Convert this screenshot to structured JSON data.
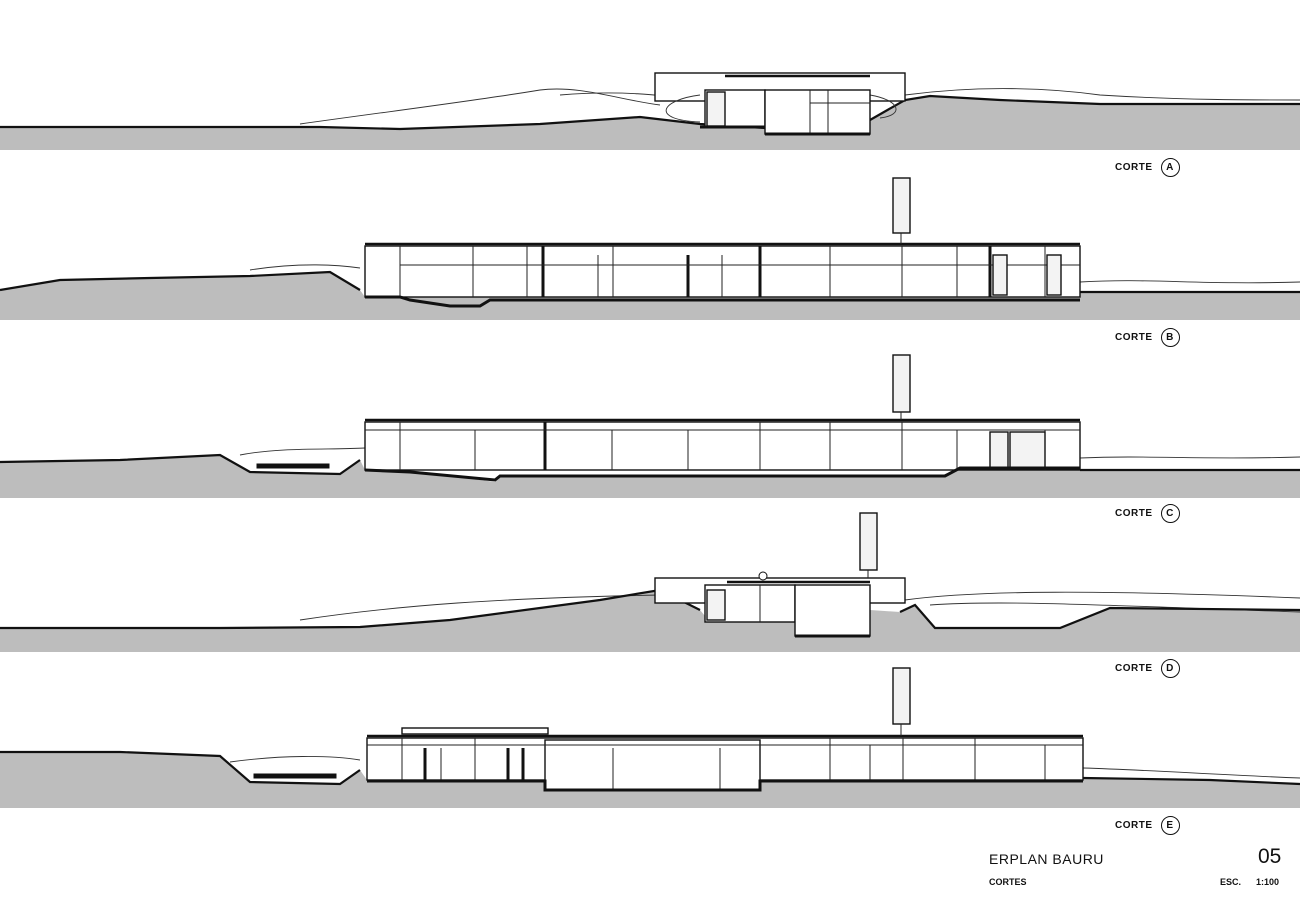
{
  "sections": [
    {
      "prefix": "CORTE",
      "letter": "A"
    },
    {
      "prefix": "CORTE",
      "letter": "B"
    },
    {
      "prefix": "CORTE",
      "letter": "C"
    },
    {
      "prefix": "CORTE",
      "letter": "D"
    },
    {
      "prefix": "CORTE",
      "letter": "E"
    }
  ],
  "title_block": {
    "project": "ERPLAN BAURU",
    "sheet_type": "CORTES",
    "sheet_number": "05",
    "scale_label": "ESC.",
    "scale_value": "1:100"
  }
}
